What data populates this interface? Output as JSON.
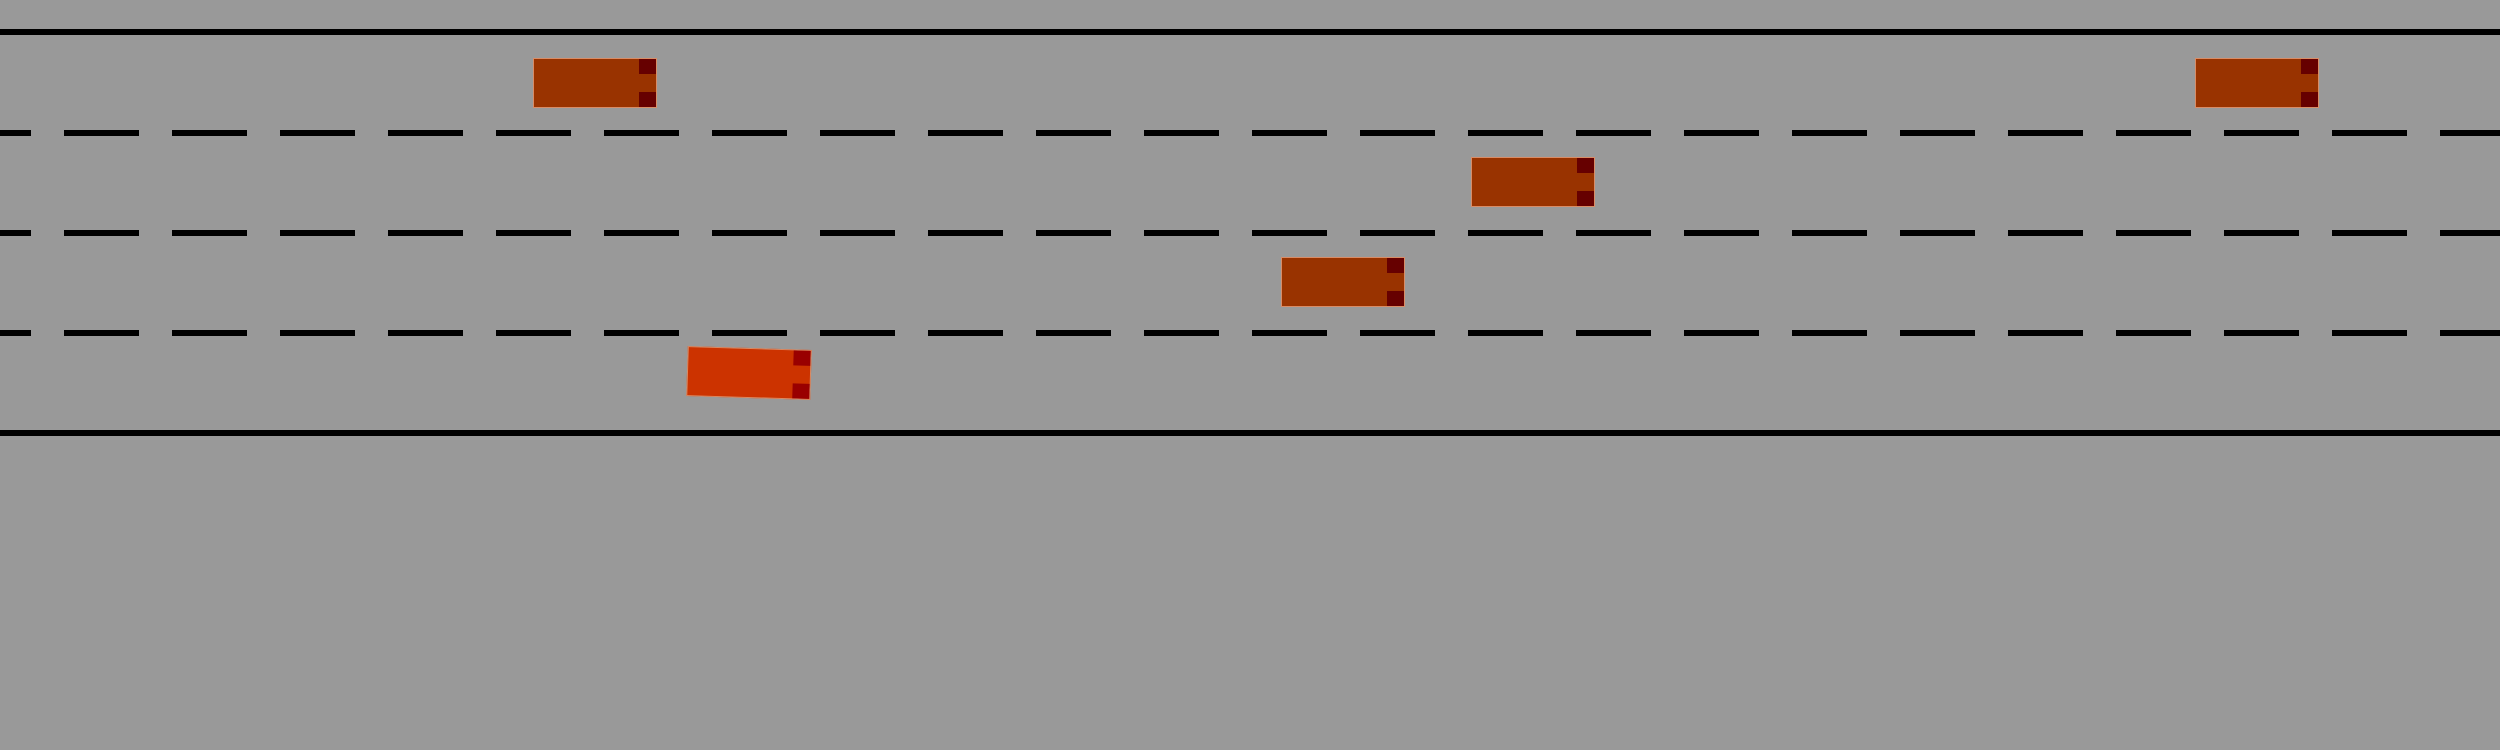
{
  "scene": {
    "type": "highway-lane-simulation",
    "background_color": "#999999",
    "line_color": "#000000",
    "lanes": 4,
    "lane_markings": [
      "solid",
      "dashed",
      "dashed",
      "dashed",
      "solid"
    ]
  },
  "vehicles": [
    {
      "name": "other-vehicle",
      "lane": 1,
      "body_color": "#993300",
      "light_color": "#660000",
      "heading": "right"
    },
    {
      "name": "other-vehicle",
      "lane": 1,
      "body_color": "#993300",
      "light_color": "#660000",
      "heading": "right"
    },
    {
      "name": "other-vehicle",
      "lane": 2,
      "body_color": "#993300",
      "light_color": "#660000",
      "heading": "right"
    },
    {
      "name": "other-vehicle",
      "lane": 3,
      "body_color": "#993300",
      "light_color": "#660000",
      "heading": "right"
    },
    {
      "name": "ego-vehicle",
      "lane": 4,
      "body_color": "#cc3300",
      "light_color": "#990000",
      "heading": "right"
    }
  ]
}
